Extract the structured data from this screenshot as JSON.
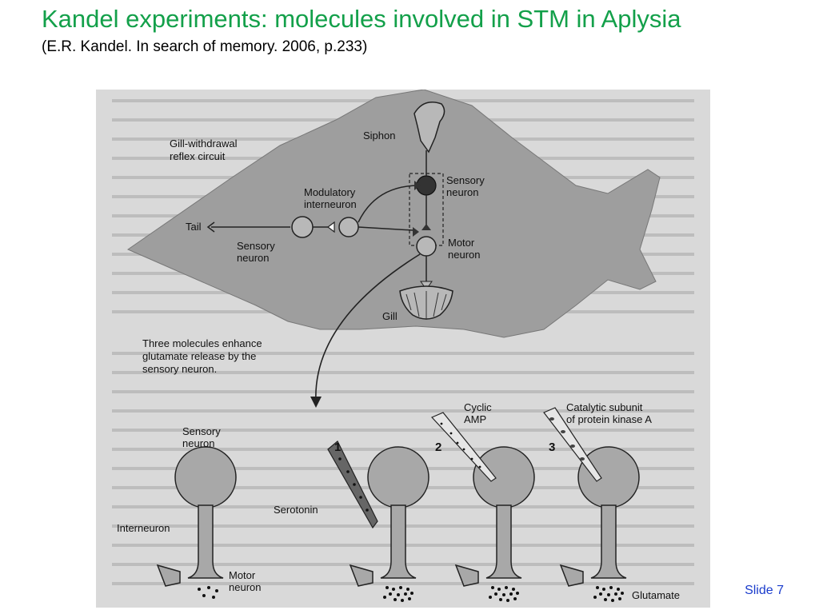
{
  "slide": {
    "title": "Kandel experiments: molecules involved in STM in Aplysia",
    "subtitle": "(E.R. Kandel. In search of memory. 2006, p.233)",
    "number": "Slide 7"
  },
  "figure": {
    "top": {
      "circuit_label_1": "Gill-withdrawal",
      "circuit_label_2": "reflex circuit",
      "siphon": "Siphon",
      "sensory_neuron_1": "Sensory",
      "sensory_neuron_2": "neuron",
      "modulatory_1": "Modulatory",
      "modulatory_2": "interneuron",
      "tail": "Tail",
      "tail_sensory_1": "Sensory",
      "tail_sensory_2": "neuron",
      "motor_neuron_1": "Motor",
      "motor_neuron_2": "neuron",
      "gill": "Gill"
    },
    "caption": {
      "line1": "Three molecules enhance",
      "line2": "glutamate release by the",
      "line3": "sensory neuron."
    },
    "bottom": {
      "sensory_neuron_1": "Sensory",
      "sensory_neuron_2": "neuron",
      "interneuron": "Interneuron",
      "motor_neuron_1": "Motor",
      "motor_neuron_2": "neuron",
      "serotonin": "Serotonin",
      "step1": "1",
      "step2": "2",
      "step3": "3",
      "cyclic_amp_1": "Cyclic",
      "cyclic_amp_2": "AMP",
      "pka_1": "Catalytic subunit",
      "pka_2": "of protein kinase A",
      "glutamate": "Glutamate"
    }
  },
  "colors": {
    "title": "#13a04a",
    "slide_number": "#1a3ccc",
    "page_scan": "#d9d9d9",
    "animal": "#9e9e9e",
    "neuron_fill": "#a8a8a8"
  }
}
